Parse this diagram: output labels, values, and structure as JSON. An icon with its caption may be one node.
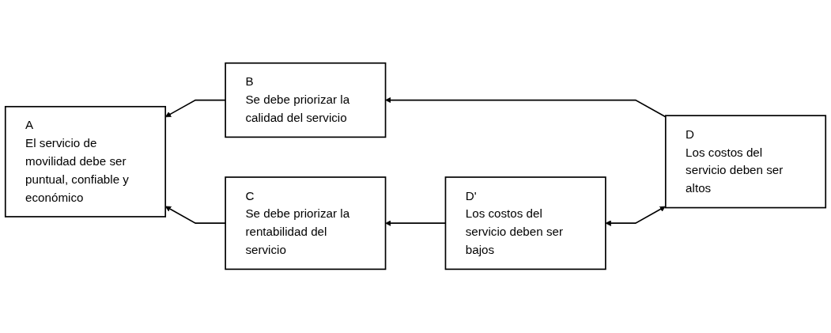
{
  "diagram": {
    "nodes": [
      {
        "text": [
          "A",
          "El servicio de movilidad debe ser puntual, confiable y económico"
        ]
      },
      {
        "text": [
          "B",
          "Se debe priorizar la calidad del servicio"
        ]
      },
      {
        "text": [
          "C",
          "Se debe priorizar la rentabilidad del servicio"
        ]
      },
      {
        "text": [
          "D",
          "Los costos del servicio deben ser altos"
        ]
      },
      {
        "text": [
          "D'",
          "Los costos del servicio deben ser bajos"
        ]
      }
    ],
    "edges": [
      {
        "from": 1,
        "to": 0,
        "arrow": "to"
      },
      {
        "from": 2,
        "to": 0,
        "arrow": "to"
      },
      {
        "from": 3,
        "to": 1,
        "arrow": "to"
      },
      {
        "from": 4,
        "to": 2,
        "arrow": "to"
      },
      {
        "from": 3,
        "to": 4,
        "arrow": "both"
      }
    ]
  }
}
